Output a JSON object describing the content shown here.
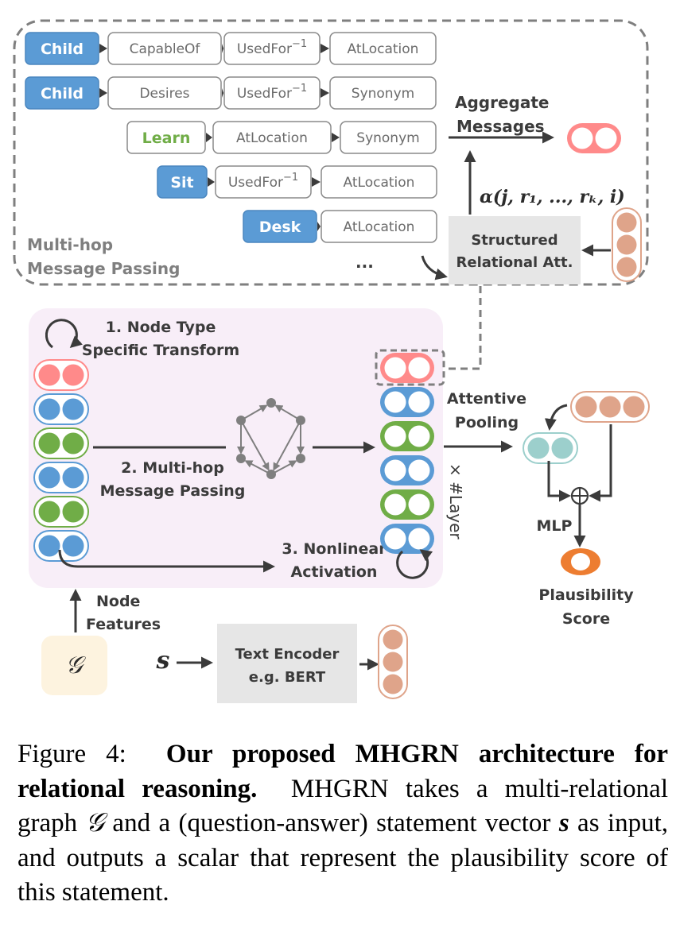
{
  "colors": {
    "blue": "#5b9bd5",
    "green": "#70ad47",
    "red": "#ff8a8a",
    "salmon": "#dfa48a",
    "teal": "#9ccfcc",
    "orange": "#ed7d31",
    "gray_box": "#e6e6e6",
    "pink_panel": "#f8eef8",
    "yellow_panel": "#fdf3df",
    "dark": "#3b3b3b",
    "dash": "#7f7f7f"
  },
  "message_passing_box": {
    "title_line1": "Multi-hop",
    "title_line2": "Message Passing",
    "paths": [
      {
        "node": "Child",
        "node_color": "blue",
        "relations": [
          "CapableOf",
          "UsedFor⁻¹",
          "AtLocation"
        ]
      },
      {
        "node": "Child",
        "node_color": "blue",
        "relations": [
          "Desires",
          "UsedFor⁻¹",
          "Synonym"
        ]
      },
      {
        "node": "Learn",
        "node_color": "green",
        "relations": [
          "AtLocation",
          "Synonym"
        ]
      },
      {
        "node": "Sit",
        "node_color": "blue",
        "relations": [
          "UsedFor⁻¹",
          "AtLocation"
        ]
      },
      {
        "node": "Desk",
        "node_color": "blue",
        "relations": [
          "AtLocation"
        ]
      }
    ],
    "ellipsis": "...",
    "aggregate_line1": "Aggregate",
    "aggregate_line2": "Messages",
    "attention_formula": "α(j, r₁, ..., rₖ, i)",
    "attention_box_line1": "Structured",
    "attention_box_line2": "Relational Att."
  },
  "layer_panel": {
    "step1_line1": "1. Node Type",
    "step1_line2": "Specific Transform",
    "step2_line1": "2. Multi-hop",
    "step2_line2": "Message Passing",
    "step3_line1": "3. Nonlinear",
    "step3_line2": "Activation",
    "repeat_label": "× #Layer",
    "input_nodes": [
      "red",
      "blue",
      "green",
      "blue",
      "green",
      "blue"
    ],
    "output_nodes": [
      "red",
      "blue",
      "green",
      "blue",
      "green",
      "blue"
    ]
  },
  "inputs": {
    "graph_symbol": "𝒢",
    "node_features_line1": "Node",
    "node_features_line2": "Features",
    "statement_symbol": "s",
    "encoder_line1": "Text Encoder",
    "encoder_line2": "e.g. BERT"
  },
  "output_head": {
    "pooling_line1": "Attentive",
    "pooling_line2": "Pooling",
    "concat_symbol": "⊕",
    "mlp_label": "MLP",
    "score_line1": "Plausibility",
    "score_line2": "Score"
  },
  "caption": {
    "prefix": "Figure 4:",
    "bold": "Our proposed MHGRN architecture for relational reasoning.",
    "text1": "MHGRN takes a multi-relational graph",
    "graph_symbol": "𝒢",
    "text2": "and a (question-answer) statement vector",
    "vec_symbol": "s",
    "text3": "as input, and outputs a scalar that represent the plausibility score of this statement."
  }
}
